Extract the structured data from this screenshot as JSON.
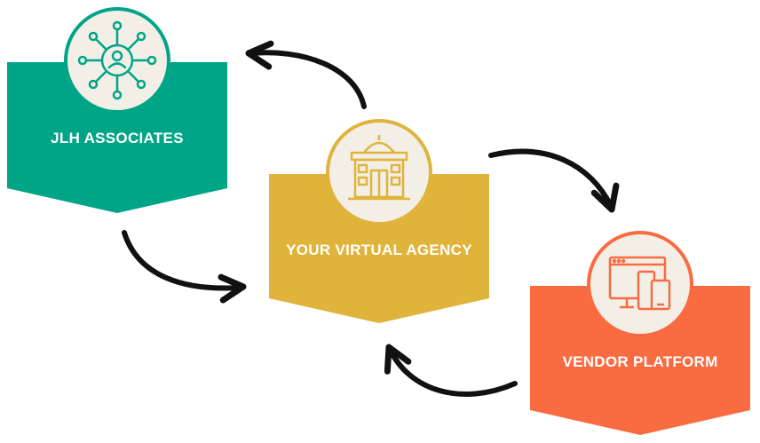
{
  "nodes": {
    "jlh": {
      "label": "JLH ASSOCIATES",
      "color": "#00a587",
      "icon": "network-person-icon"
    },
    "agency": {
      "label": "YOUR VIRTUAL AGENCY",
      "color": "#e0b33b",
      "icon": "agency-building-icon"
    },
    "vendor": {
      "label": "VENDOR PLATFORM",
      "color": "#f96b41",
      "icon": "devices-icon"
    }
  },
  "colors": {
    "arrow": "#111111",
    "icon_bg": "#f3efe7"
  }
}
